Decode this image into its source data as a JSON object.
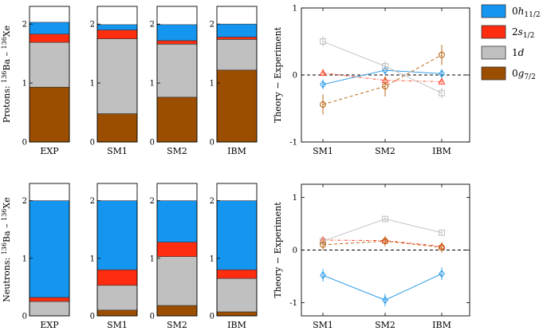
{
  "colors": {
    "0h11/2": "#1496f0",
    "2s1/2": "#ff2d10",
    "1d": "#c0c0c0",
    "0g7/2": "#9c4e00",
    "empty": "#ffffff",
    "SM1": "#1e96e6",
    "SM2": "#b45a00",
    "IBM": "#ff3a1e",
    "1d_line": "#bdbdbd"
  },
  "legend": {
    "entries": [
      {
        "key": "0h11/2",
        "base": "0h",
        "sub": "11/2"
      },
      {
        "key": "2s1/2",
        "base": "2s",
        "sub": "1/2"
      },
      {
        "key": "1d",
        "base": "1d",
        "sub": ""
      },
      {
        "key": "0g7/2",
        "base": "0g",
        "sub": "7/2"
      }
    ]
  },
  "chart_data": [
    {
      "type": "bar",
      "panel": "protons-occupancy",
      "ylabel_prefix": "Protons: ",
      "ylabel_nuclei": {
        "a": "136",
        "b": "Ba",
        "c": "136",
        "d": "Xe"
      },
      "categories": [
        "EXP",
        "SM1",
        "SM2",
        "IBM"
      ],
      "ylim": [
        0,
        2.3
      ],
      "yticks": [
        0,
        1,
        2
      ],
      "stacks": [
        {
          "0g7/2": 0.93,
          "1d": 0.76,
          "2s1/2": 0.14,
          "0h11/2": 0.2
        },
        {
          "0g7/2": 0.48,
          "1d": 1.27,
          "2s1/2": 0.15,
          "0h11/2": 0.09
        },
        {
          "0g7/2": 0.76,
          "1d": 0.9,
          "2s1/2": 0.06,
          "0h11/2": 0.27
        },
        {
          "0g7/2": 1.22,
          "1d": 0.52,
          "2s1/2": 0.04,
          "0h11/2": 0.22
        }
      ]
    },
    {
      "type": "line",
      "panel": "protons-diff",
      "ylabel": "Theory − Experiment",
      "categories": [
        "SM1",
        "SM2",
        "IBM"
      ],
      "ylim": [
        -1,
        1
      ],
      "yticks": [
        -1,
        0,
        1
      ],
      "series": [
        {
          "key": "0h11/2",
          "marker": "diamond",
          "dash": "",
          "values": [
            -0.14,
            0.07,
            0.02
          ],
          "errors": [
            0.07,
            0.07,
            0.07
          ]
        },
        {
          "key": "2s1/2",
          "marker": "triangle",
          "dash": "4 2 1 2",
          "values": [
            0.03,
            -0.08,
            -0.1
          ],
          "errors": [
            0.02,
            0.02,
            0.02
          ]
        },
        {
          "key": "1d",
          "marker": "square",
          "dash": "",
          "values": [
            0.5,
            0.13,
            -0.27
          ],
          "errors": [
            0.08,
            0.08,
            0.08
          ]
        },
        {
          "key": "0g7/2",
          "marker": "circle",
          "dash": "4 3",
          "values": [
            -0.44,
            -0.17,
            0.3
          ],
          "errors": [
            0.15,
            0.15,
            0.15
          ]
        }
      ]
    },
    {
      "type": "bar",
      "panel": "neutrons-occupancy",
      "ylabel_prefix": "Neutrons: ",
      "ylabel_nuclei": {
        "a": "136",
        "b": "Ba",
        "c": "136",
        "d": "Xe"
      },
      "categories": [
        "EXP",
        "SM1",
        "SM2",
        "IBM"
      ],
      "ylim": [
        0,
        2.3
      ],
      "yticks": [
        0,
        1,
        2
      ],
      "stacks": [
        {
          "0g7/2": 0.0,
          "1d": 0.25,
          "2s1/2": 0.07,
          "0h11/2": 1.68
        },
        {
          "0g7/2": 0.1,
          "1d": 0.43,
          "2s1/2": 0.27,
          "0h11/2": 1.2
        },
        {
          "0g7/2": 0.18,
          "1d": 0.85,
          "2s1/2": 0.25,
          "0h11/2": 0.72
        },
        {
          "0g7/2": 0.07,
          "1d": 0.58,
          "2s1/2": 0.15,
          "0h11/2": 1.2
        }
      ]
    },
    {
      "type": "line",
      "panel": "neutrons-diff",
      "ylabel": "Theory − Experiment",
      "categories": [
        "SM1",
        "SM2",
        "IBM"
      ],
      "ylim": [
        -1.25,
        1.25
      ],
      "yticks": [
        -1,
        0,
        1
      ],
      "series": [
        {
          "key": "0h11/2",
          "marker": "diamond",
          "dash": "",
          "values": [
            -0.48,
            -0.95,
            -0.45
          ],
          "errors": [
            0.12,
            0.12,
            0.12
          ]
        },
        {
          "key": "2s1/2",
          "marker": "triangle",
          "dash": "4 2 1 2",
          "values": [
            0.19,
            0.18,
            0.07
          ],
          "errors": [
            0.03,
            0.03,
            0.03
          ]
        },
        {
          "key": "1d",
          "marker": "square",
          "dash": "",
          "values": [
            0.17,
            0.59,
            0.33
          ],
          "errors": [
            0.04,
            0.04,
            0.04
          ]
        },
        {
          "key": "0g7/2",
          "marker": "circle",
          "dash": "4 3",
          "values": [
            0.1,
            0.17,
            0.05
          ],
          "errors": [
            0.1,
            0.1,
            0.1
          ]
        }
      ]
    }
  ]
}
